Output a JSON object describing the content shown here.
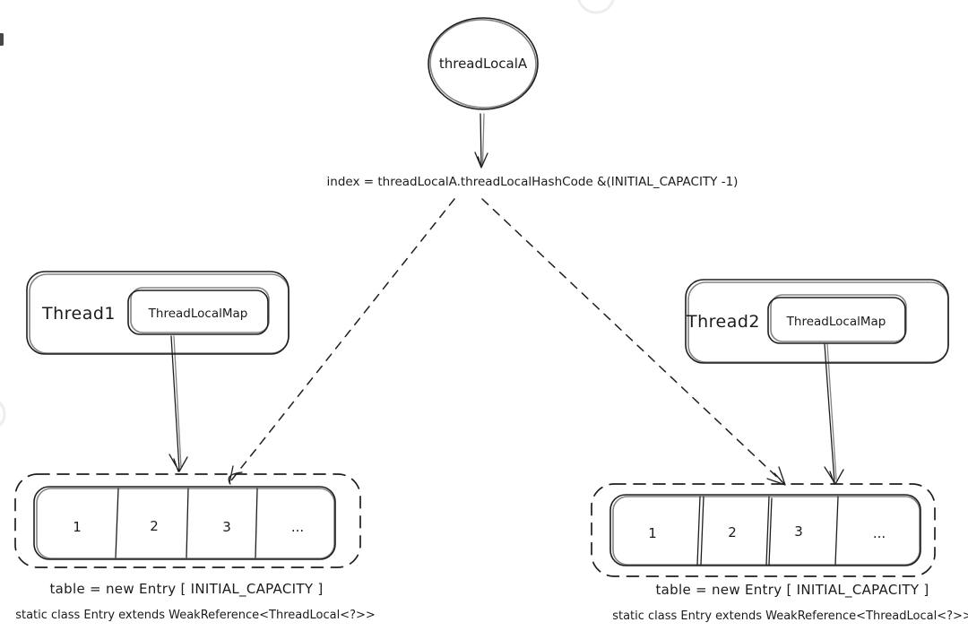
{
  "diagram": {
    "title_node": {
      "label": "threadLocalA"
    },
    "index_formula": "index = threadLocalA.threadLocalHashCode &(INITIAL_CAPACITY -1)",
    "left": {
      "thread_label": "Thread1",
      "map_label": "ThreadLocalMap",
      "table_cells": [
        "1",
        "2",
        "3",
        "..."
      ],
      "caption_table": "table = new Entry [ INITIAL_CAPACITY ]",
      "caption_entry": "static class Entry extends WeakReference<ThreadLocal<?>>"
    },
    "right": {
      "thread_label": "Thread2",
      "map_label": "ThreadLocalMap",
      "table_cells": [
        "1",
        "2",
        "3",
        "..."
      ],
      "caption_table": "table = new Entry [ INITIAL_CAPACITY ]",
      "caption_entry": "static class Entry extends WeakReference<ThreadLocal<?>>"
    },
    "colors": {
      "stroke": "#1e1e1e",
      "background": "#ffffff"
    }
  }
}
